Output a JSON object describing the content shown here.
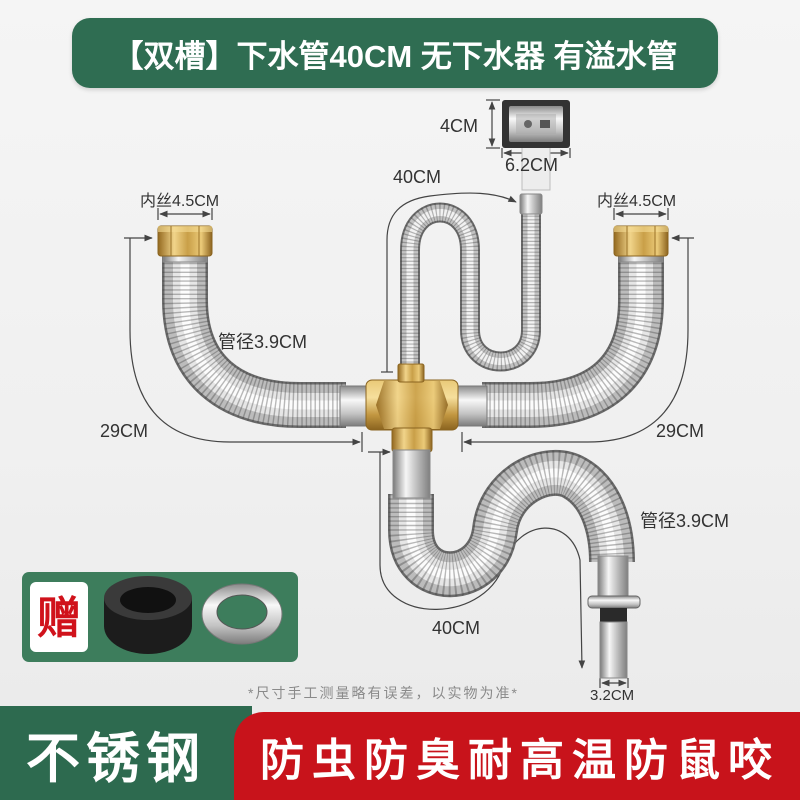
{
  "banner": {
    "title": "【双槽】下水管40CM 无下水器 有溢水管"
  },
  "dimensions": {
    "overflow_box_height": "4CM",
    "overflow_box_width": "6.2CM",
    "overflow_pipe_length": "40CM",
    "left_inner_thread": "内丝4.5CM",
    "right_inner_thread": "内丝4.5CM",
    "left_pipe_diameter": "管径3.9CM",
    "left_pipe_length": "29CM",
    "right_pipe_length": "29CM",
    "drain_pipe_diameter": "管径3.9CM",
    "drain_pipe_length": "40CM",
    "outlet_diameter": "3.2CM"
  },
  "gift": {
    "label": "赠",
    "items": [
      "black-rubber-seal-icon",
      "stainless-washer-ring-icon"
    ]
  },
  "disclaimer": "*尺寸手工测量略有误差，以实物为准*",
  "footer": {
    "material": "不锈钢",
    "features": "防虫防臭耐高温防鼠咬"
  },
  "colors": {
    "brand_green": "#2f6d52",
    "gift_panel_green": "#3d7d5c",
    "accent_red": "#c8131b",
    "gift_text_red": "#d0121b",
    "background": "#f1f1f1"
  }
}
